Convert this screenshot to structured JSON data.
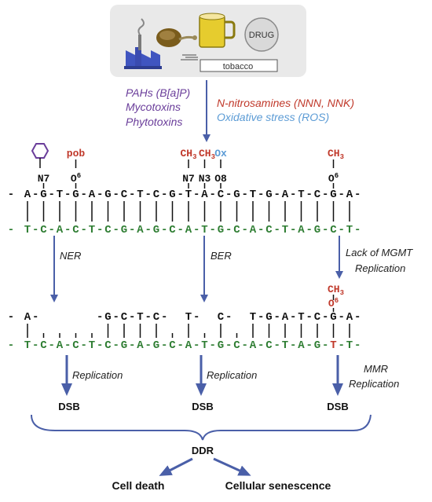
{
  "exposure": {
    "tobacco_label": "tobacco",
    "drug_label": "DRUG",
    "icons": [
      "factory-icon",
      "mushroom-icon",
      "mug-icon",
      "drug-pill-icon",
      "tobacco-smoke-icon"
    ]
  },
  "agents": {
    "left": [
      "PAHs (B[a]P)",
      "Mycotoxins",
      "Phytotoxins"
    ],
    "right_top": "N-nitrosamines (NNN, NNK)",
    "right_bottom": "Oxidative stress (ROS)"
  },
  "colors": {
    "purple": "#6a3d9a",
    "red": "#c0392b",
    "blue": "#5b9bd5",
    "green": "#2e7d32",
    "arrow": "#4a5fa8",
    "black": "#111111"
  },
  "adducts": {
    "pob": "pob",
    "ch3": "CH",
    "ch3_sub": "3",
    "ox": "Ox",
    "n7": "N7",
    "n3": "N3",
    "o8": "O8",
    "o6": "O",
    "o6_sup": "6"
  },
  "strands": {
    "top1": [
      "A",
      "G",
      "T",
      "G",
      "A",
      "G",
      "C",
      "T",
      "C",
      "G",
      "T",
      "A",
      "C",
      "G",
      "T",
      "G",
      "A",
      "T",
      "C",
      "G",
      "A"
    ],
    "bottom": [
      "T",
      "C",
      "A",
      "C",
      "T",
      "C",
      "G",
      "A",
      "G",
      "C",
      "A",
      "T",
      "G",
      "C",
      "A",
      "C",
      "T",
      "A",
      "G",
      "C",
      "T"
    ],
    "gap_row": [
      "A",
      "",
      "",
      "",
      "",
      "G",
      "C",
      "T",
      "C",
      "",
      "T",
      "",
      "C",
      "",
      "T",
      "G",
      "A",
      "T",
      "C",
      "G",
      "A"
    ],
    "bottom2": [
      "T",
      "C",
      "A",
      "C",
      "T",
      "C",
      "G",
      "A",
      "G",
      "C",
      "A",
      "T",
      "G",
      "C",
      "A",
      "C",
      "T",
      "A",
      "G",
      "T",
      "T"
    ]
  },
  "pathways": {
    "ner": "NER",
    "ber": "BER",
    "mgmt_line1": "Lack of MGMT",
    "mgmt_line2": "Replication",
    "replication": "Replication",
    "mmr_line1": "MMR",
    "mmr_line2": "Replication",
    "dsb": "DSB",
    "ddr": "DDR",
    "cell_death": "Cell death",
    "senescence": "Cellular senescence"
  }
}
